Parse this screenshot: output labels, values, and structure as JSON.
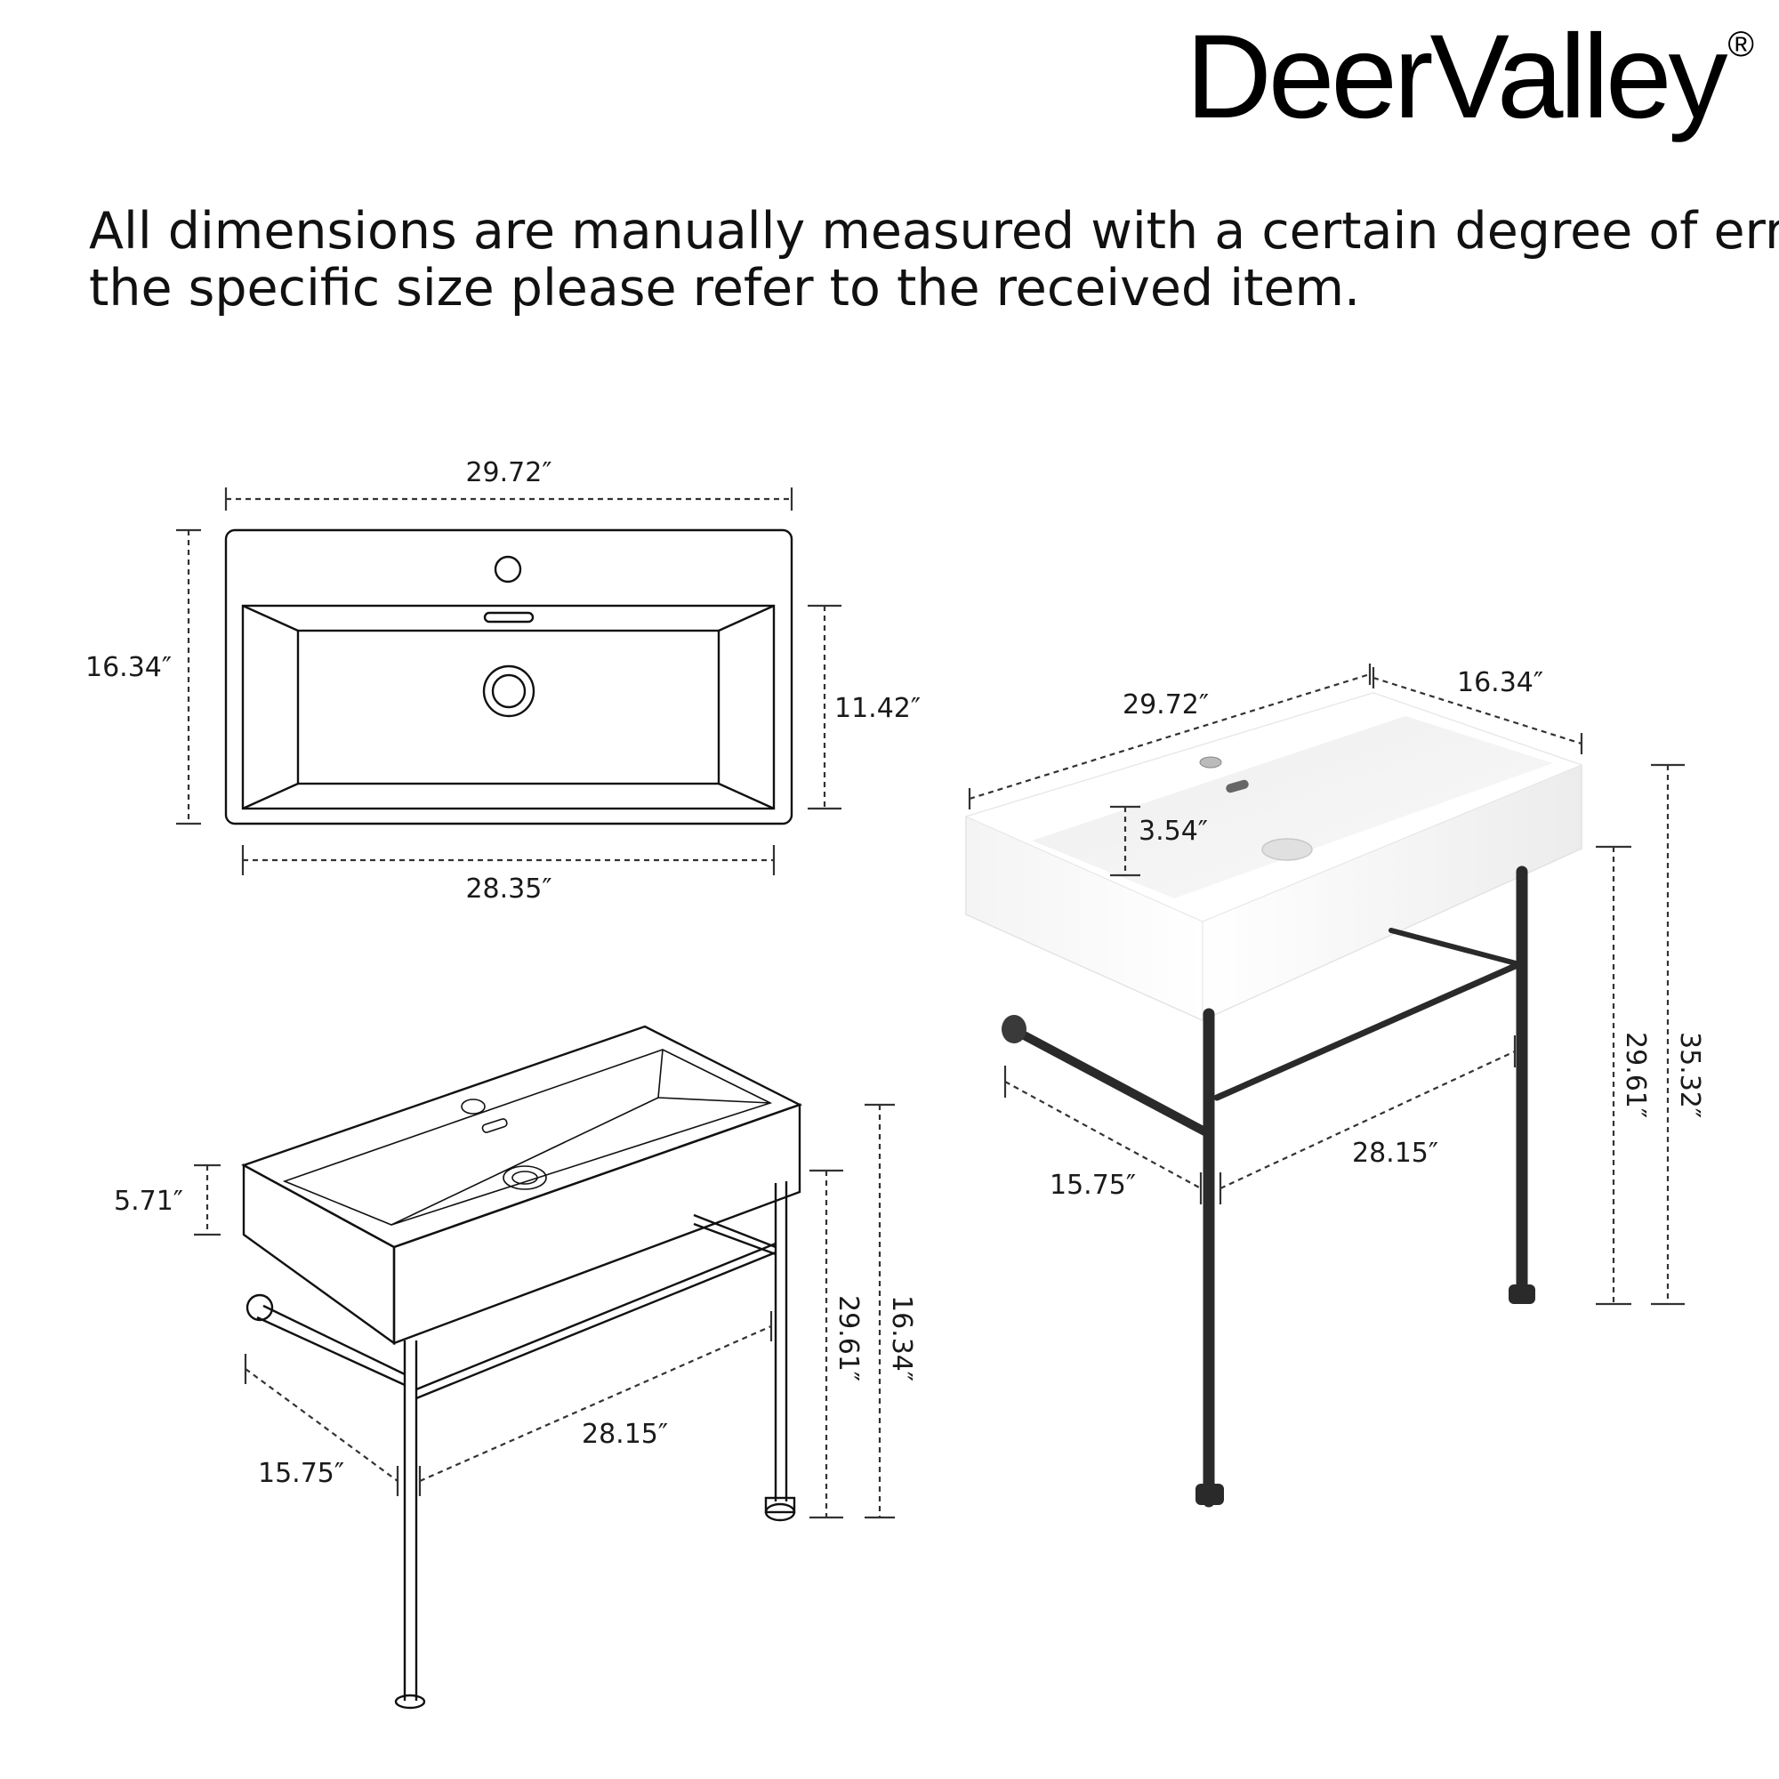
{
  "brand": {
    "name": "DeerValley",
    "mark": "®"
  },
  "notice": {
    "line1": "All dimensions are manually measured with a certain degree of error,",
    "line2": "the specific size please refer to the received item."
  },
  "views": {
    "top_view": {
      "overall_width": "29.72″",
      "overall_depth": "16.34″",
      "bowl_depth": "11.42″",
      "bowl_width": "28.35″"
    },
    "line_drawing": {
      "basin_height": "5.71″",
      "leg_height": "29.61″",
      "total_height": "16.34″",
      "frame_depth": "15.75″",
      "frame_width": "28.15″"
    },
    "photo_view": {
      "width": "29.72″",
      "depth": "16.34″",
      "bowl_depth": "3.54″",
      "leg_height": "29.61″",
      "total_height": "35.32″",
      "frame_depth": "15.75″",
      "frame_width": "28.15″"
    }
  },
  "colors": {
    "text": "#111111",
    "line": "#333333",
    "frame_dark": "#2a2a2a",
    "ceramic": "#ffffff"
  }
}
